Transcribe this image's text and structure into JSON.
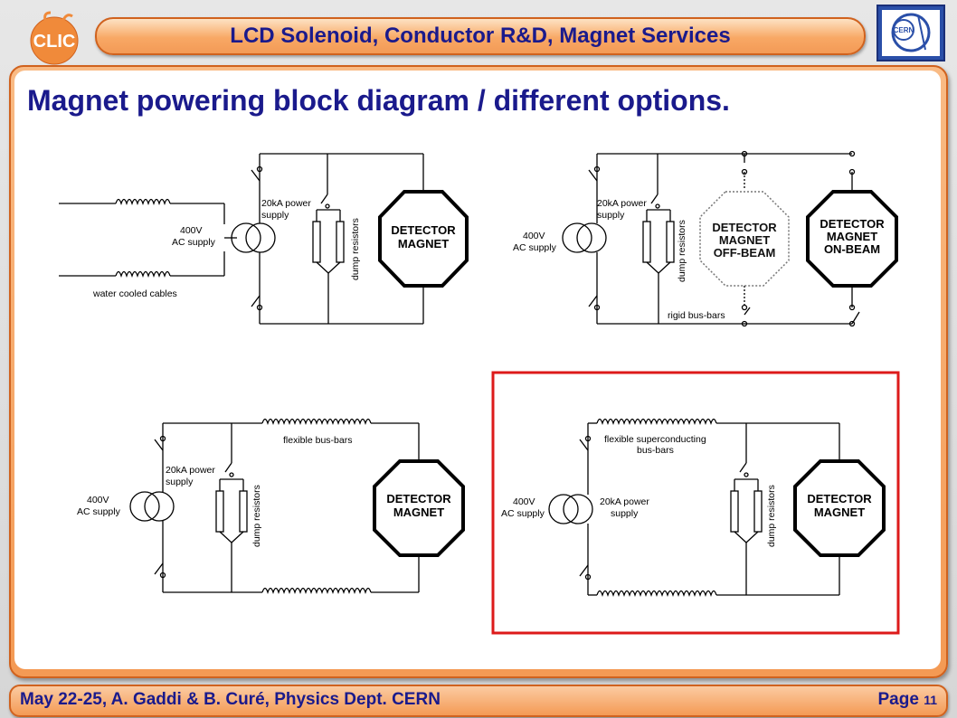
{
  "header": {
    "title": "LCD Solenoid, Conductor R&D, Magnet Services",
    "left_logo_text": "CLIC",
    "right_logo_text": "CERN"
  },
  "slide": {
    "title": "Magnet powering block diagram / different options."
  },
  "footer": {
    "left": "May 22-25, A. Gaddi & B. Curé, Physics Dept. CERN",
    "page_label": "Page",
    "page_number": "11"
  },
  "diagrams": {
    "d1": {
      "supply": [
        "400V",
        "AC supply"
      ],
      "power_supply": [
        "20kA power",
        "supply"
      ],
      "resistors": "dump resistors",
      "magnet": [
        "DETECTOR",
        "MAGNET"
      ],
      "cables": "water cooled cables"
    },
    "d2": {
      "supply": [
        "400V",
        "AC supply"
      ],
      "power_supply": [
        "20kA power",
        "supply"
      ],
      "resistors": "dump resistors",
      "magnet_off": [
        "DETECTOR",
        "MAGNET",
        "OFF-BEAM"
      ],
      "magnet_on": [
        "DETECTOR",
        "MAGNET",
        "ON-BEAM"
      ],
      "busbars": "rigid bus-bars"
    },
    "d3": {
      "supply": [
        "400V",
        "AC supply"
      ],
      "power_supply": [
        "20kA power",
        "supply"
      ],
      "resistors": "dump resistors",
      "magnet": [
        "DETECTOR",
        "MAGNET"
      ],
      "busbars": "flexible bus-bars"
    },
    "d4": {
      "supply": [
        "400V",
        "AC supply"
      ],
      "power_supply": [
        "20kA power",
        "supply"
      ],
      "resistors": "dump resistors",
      "magnet": [
        "DETECTOR",
        "MAGNET"
      ],
      "busbars": [
        "flexible superconducting",
        "bus-bars"
      ]
    }
  },
  "colors": {
    "title_blue": "#1a1a8c",
    "frame_orange": "#f49a54",
    "highlight_red": "#dd1a1a"
  }
}
